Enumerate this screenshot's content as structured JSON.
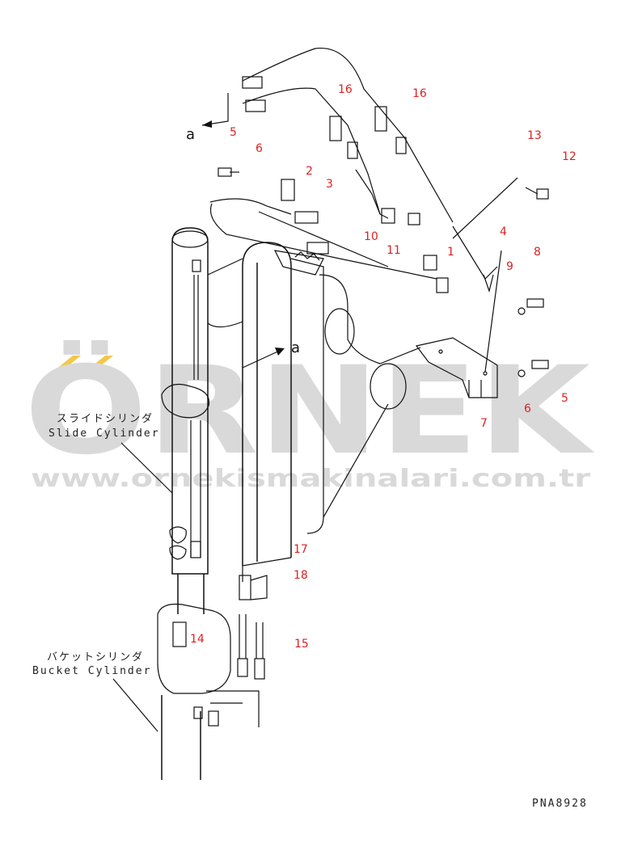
{
  "watermark": {
    "brand": "ÖRNEK",
    "url": "www.ornekismakinalari.com.tr",
    "color": "#d9d9d9",
    "accent": "#f2c84b"
  },
  "callout_color": "#dd2222",
  "labels": {
    "slide_jp": "スライドシリンダ",
    "slide_en": "Slide Cylinder",
    "bucket_jp": "バケットシリンダ",
    "bucket_en": "Bucket Cylinder",
    "view_a_top": "a",
    "view_a_mid": "a",
    "code": "PNA8928"
  },
  "callouts": {
    "c1": "1",
    "c2": "2",
    "c3": "3",
    "c4": "4",
    "c5a": "5",
    "c5b": "5",
    "c6a": "6",
    "c6b": "6",
    "c7": "7",
    "c8": "8",
    "c9": "9",
    "c10": "10",
    "c11": "11",
    "c12": "12",
    "c13": "13",
    "c14": "14",
    "c15": "15",
    "c16a": "16",
    "c16b": "16",
    "c17": "17",
    "c18": "18"
  }
}
